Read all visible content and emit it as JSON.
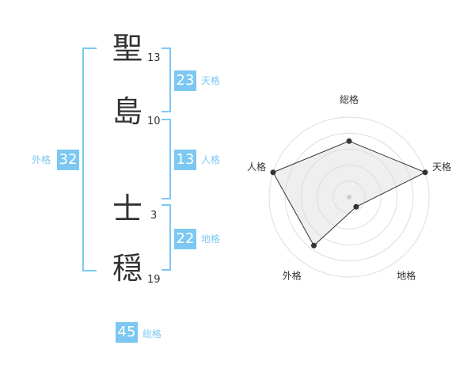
{
  "name": {
    "chars": [
      {
        "char": "聖",
        "strokes": "13"
      },
      {
        "char": "島",
        "strokes": "10"
      },
      {
        "char": "士",
        "strokes": "3"
      },
      {
        "char": "穏",
        "strokes": "19"
      }
    ]
  },
  "kaku": {
    "tenkaku": {
      "value": "23",
      "label": "天格"
    },
    "jinkaku": {
      "value": "13",
      "label": "人格"
    },
    "chikaku": {
      "value": "22",
      "label": "地格"
    },
    "gaikaku": {
      "value": "32",
      "label": "外格"
    },
    "soukaku": {
      "value": "45",
      "label": "総格"
    }
  },
  "colors": {
    "accent": "#7cc8f2",
    "text": "#333333",
    "radar_fill": "#f2f2f2",
    "radar_line": "#333333"
  },
  "chart_data": {
    "type": "radar",
    "axes": [
      "総格",
      "天格",
      "地格",
      "外格",
      "人格"
    ],
    "values": [
      0.7,
      1.0,
      0.15,
      0.75,
      1.0
    ],
    "rings": 5,
    "range": [
      0,
      1
    ]
  }
}
